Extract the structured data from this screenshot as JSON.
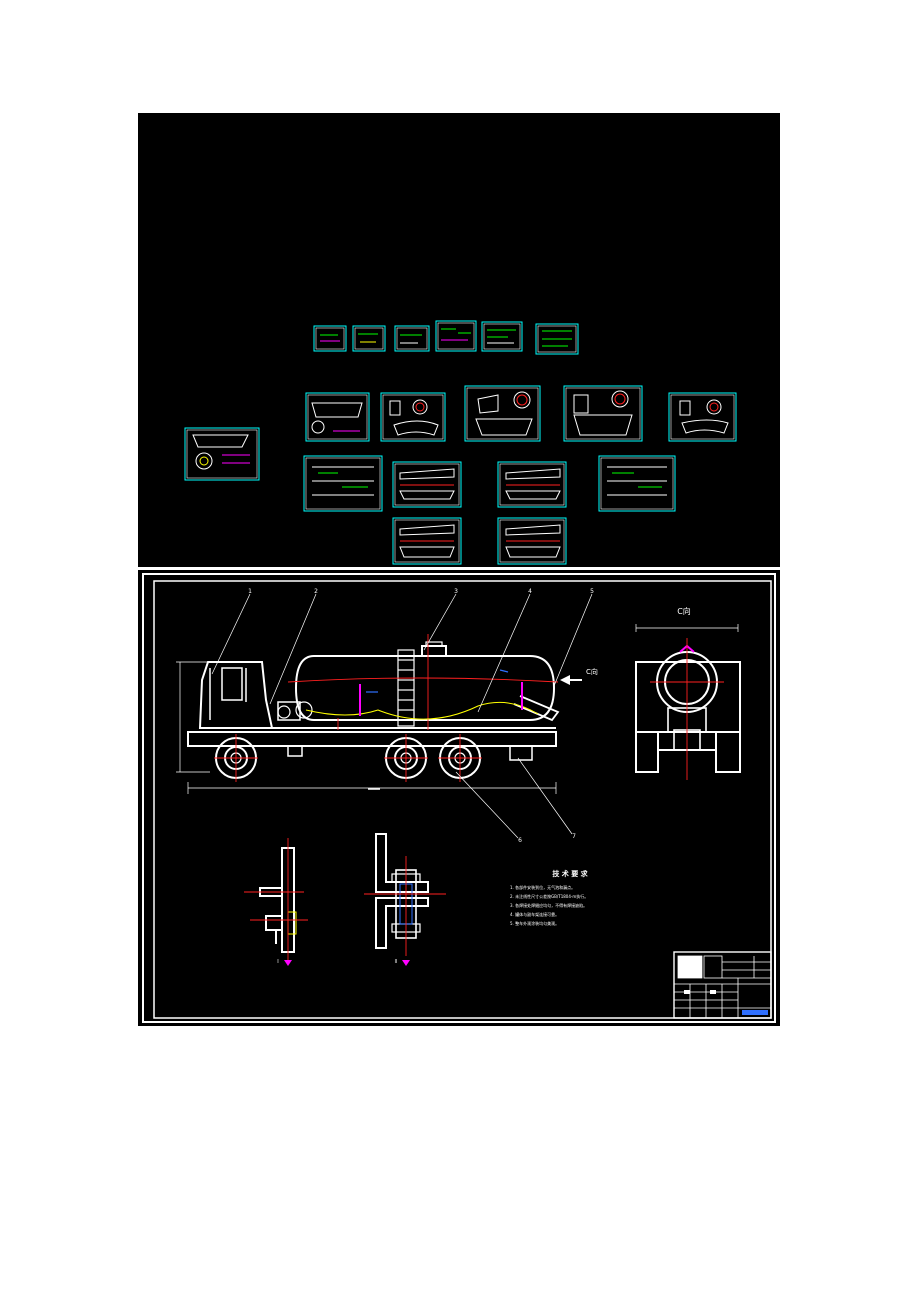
{
  "assembly": {
    "part_labels": [
      "1",
      "2",
      "3",
      "4",
      "5",
      "6",
      "7"
    ],
    "view_c_title": "C向",
    "c_direction_label": "C向",
    "tech_req_title": "技 术 要 求",
    "tech_req_items": [
      "1. 各部件安装到位，无气泡和漏点。",
      "2. 未注线性尺寸公差按GB/T1804-m执行。",
      "3. 各焊接处焊缝应均匀，不得有焊接缺陷。",
      "4. 罐体与副车架连接可靠。",
      "5. 整车外观涂装均匀美观。"
    ],
    "detail_label_a": "I",
    "detail_label_b": "II"
  },
  "colors": {
    "background": "#000000",
    "line": "#ffffff",
    "frame": "#00ffff",
    "center": "#ff2020",
    "accent": "#ff00ff",
    "hose": "#ffff00",
    "note": "#3070ff"
  }
}
